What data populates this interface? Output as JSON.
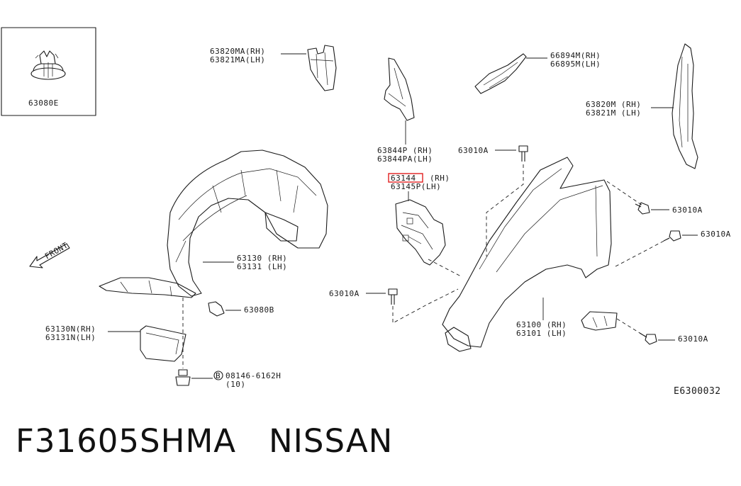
{
  "inset_part": "63080E",
  "labels": {
    "p63820ma_rh": "63820MA(RH)",
    "p63821ma_lh": "63821MA(LH)",
    "p66894m_rh": "66894M(RH)",
    "p66895m_lh": "66895M(LH)",
    "p63820m_rh": "63820M (RH)",
    "p63821m_lh": "63821M (LH)",
    "p63844p_rh": "63844P (RH)",
    "p63844pa_lh": "63844PA(LH)",
    "p63010a_top": "63010A",
    "p63144_rh_code": "63144",
    "p63144_rh_side": "(RH)",
    "p63145p_lh": "63145P(LH)",
    "p63010a_right1": "63010A",
    "p63010a_right2": "63010A",
    "front": "FRONT",
    "p63130_rh": "63130 (RH)",
    "p63131_lh": "63131 (LH)",
    "p63010a_mid": "63010A",
    "p63080b": "63080B",
    "p63130n_rh": "63130N(RH)",
    "p63131n_lh": "63131N(LH)",
    "p63100_rh": "63100 (RH)",
    "p63101_lh": "63101 (LH)",
    "p63010a_bottom": "63010A",
    "bolt_circle": "B",
    "p08146": "08146-6162H",
    "qty_10": "(10)",
    "diagram_code": "E6300032"
  },
  "highlight_color": "#e02020",
  "caption": "F31605SHMA   NISSAN"
}
